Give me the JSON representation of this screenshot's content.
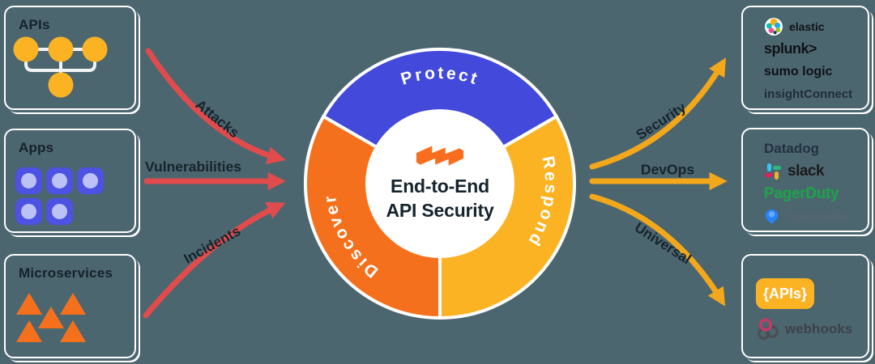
{
  "page": {
    "background_color": "#4C6670",
    "description": "End-to-End API Security flow diagram"
  },
  "sources": [
    {
      "title": "APIs",
      "icon": "network-nodes-icon",
      "icon_color": "#FBB324"
    },
    {
      "title": "Apps",
      "icon": "app-grid-icon",
      "icon_color": "#4D52E3"
    },
    {
      "title": "Microservices",
      "icon": "triangles-icon",
      "icon_color": "#F5701D"
    }
  ],
  "inbound": {
    "color": "#E24B4C",
    "labels": [
      "Attacks",
      "Vulnerabilities",
      "Incidents"
    ]
  },
  "outbound": {
    "color": "#F3A71B",
    "labels": [
      "Security",
      "DevOps",
      "Universal"
    ]
  },
  "donut": {
    "segments": [
      {
        "label": "Protect",
        "color": "#4349DB"
      },
      {
        "label": "Discover",
        "color": "#F5701C"
      },
      {
        "label": "Respond",
        "color": "#FBB324"
      }
    ],
    "center": {
      "logo": "zigzag-flag-logo",
      "logo_color": "#F86E1E",
      "line1": "End-to-End",
      "line2": "API Security",
      "text_color": "#16242E"
    }
  },
  "destinations": {
    "security": {
      "items": [
        {
          "name": "elastic",
          "icon": "elastic-cluster-icon"
        },
        {
          "name": "splunk>"
        },
        {
          "name": "sumo logic"
        },
        {
          "name": "insightConnect"
        }
      ]
    },
    "devops": {
      "items": [
        {
          "name": "Datadog",
          "color": "#233240"
        },
        {
          "name": "slack",
          "icon": "slack-pinwheel-icon"
        },
        {
          "name": "PagerDuty",
          "color": "#1BA548"
        },
        {
          "name": "Opsgenie",
          "icon": "opsgenie-pin-icon",
          "icon_color": "#2684FF"
        }
      ]
    },
    "universal": {
      "items": [
        {
          "name": "{APIs}",
          "chip_color": "#FBB324"
        },
        {
          "name": "webhooks",
          "icon": "webhooks-knot-icon",
          "icon_color": "#C73A63"
        }
      ]
    }
  }
}
